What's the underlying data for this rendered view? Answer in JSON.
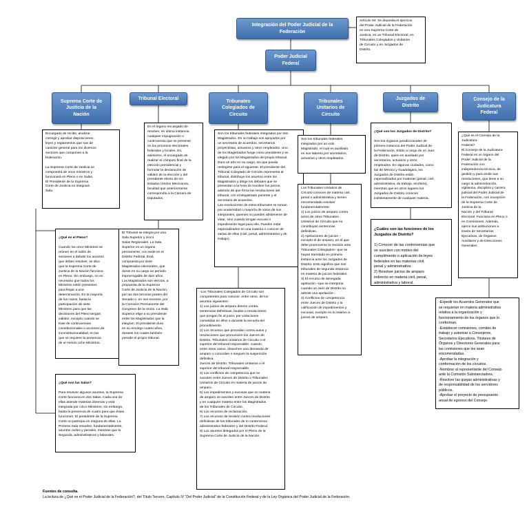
{
  "title": "Integración del Poder Judicial de la\nFederación",
  "article": "Artículo 94. Se deposita el ejercicio\ndel Poder Judicial de la Federación\nen una Suprema Corte de\nJusticia, en un Tribunal Electoral, en\nTribunales Colegiados y Unitarios\nde Circuito y en Juzgados de\nDistrito.",
  "federal": "Poder Judicial\nFederal",
  "columns": [
    {
      "header": "Suprema Corte de\nJusticia de la\nNación"
    },
    {
      "header": "Tribunal Electoral"
    },
    {
      "header": "Tribunales\nColegiados de\nCircuito"
    },
    {
      "header": "Tribunales\nUnitarios de\nCircuito"
    },
    {
      "header": "Juzgados de\nDistrito"
    },
    {
      "header": "Consejo de la\nJudicatura\nFederal"
    }
  ],
  "scjn": {
    "intro": "Encargado de recibir, analizar,\ncorregir y aprobar disposiciones,\nleyes y reglamentos que son de\ncarácter general para los diversos\nsectores que componen a la\nfederación.\n\nLa Suprema Corte de Justicia se\ncompondrá de once ministros y\nfuncionará en Pleno o  en Salas.\nEl Presidente de la Suprema\nCorte de Justicia no integrará\nSala.",
    "pleno_q": "¿Qué es el Pleno?",
    "pleno": "Cuando los once Ministros se\nreúnen en el salón de\nsesiones a debatir los asuntos\nque deben resolver, se dice\nque la Suprema Corte de\nJusticia de la Nación funciona\nen Pleno. Sin embargo, no es\nnecesario que todos los\nMinistros estén presentes\npara llegar a una\ndeterminación. En la mayoría\nde los casos, basta la\nparticipación de siete\nMinistros para que las\ndecisiones del Pleno tengan\nvalidez, excepto cuando se\ntrate de controversias\nconstitucionales o acciones de\ninconstitucionalidad, en las\nque se requiere la presencia\nde al menos ocho Ministros.",
    "salas_q": "¿Qué son las Salas?",
    "salas": "Para resolver algunos asuntos, la Suprema\nCorte funciona en dos Salas. Cada una de\nellas atiende materias diversas y está\nintegrada por cinco Ministros; sin embargo,\nbasta la presencia de cuatro para que éstas\nfuncionen. El presidente de la Suprema\nCorte no participa en ninguna de ellas. La\nPrimera Sala resuelve, fundamentalmente,\nasuntos civiles y penales, mientras que la\nSegunda, administrativos y laborales."
  },
  "electoral": {
    "text1": "Es el órgano encargado de\nresolver, en última instancia,\ncualquier impugnación o\ncontroversia que se presente\nen los procesos electorales\nfederales y locales. Es,\nasimismo, el encargado de\nrealizar el cómputo final de la\nelección presidencial y\nformular la declaración de\nvalidez de la elección y del\npresidente electo de los\nEstados Unidos Mexicanos,\nfacultad que anteriormente\ncorrespondía a la Cámara de\nDiputados.",
    "text2": "El Tribunal se integra por una\nSala Superior y cinco\nSalas Regionales. La Sala\nSuperior es un órgano\npermanente, con sede en el\nDistrito Federal. Está\ncompuesta por siete\nMagistrados electorales, que\nduran en su cargo un periodo\nimprorrogable de diez años.\nLos Magistrados son electos, a\npropuesta de la Suprema\nCorte de Justicia de la Nación,\npor las dos terceras partes del\nSenado o, en sus recesos, por\nla Comisión Permanente del\nCongreso de la Unión. La Sala\nSuperior elige a su presidente\nentre los Magistrados que la\nintegran. El presidente dura\nen su encargo cuatro años,\ndurante los cuales también\npreside el propio tribunal."
  },
  "colegiados": {
    "text1": "Son los tribunales federales integrados por tres\nMagistrados. En su trabajo son apoyados por\nun secretario de acuerdos, secretarios\nproyectistas, actuarios y otros empleados. Uno\nde los Magistrados funge como presidente y es\nelegido por los Magistrados del propio tribunal.\nDura un año en su cargo, sin que pueda\nreelegirse para el siguiente. El presidente del\nTribunal Colegiado de Circuito representa al\ntribunal, distribuye los asuntos entre los\nMagistrados y dirige los debates que se\npresentan a la hora de resolver los juicios,\nademás de que firma las resoluciones del\ntribunal, con el Magistrado ponente y el\nsecretario de acuerdos.\nLas resoluciones de estos tribunales se toman\npor unanimidad o mayoría de votos de sus\nintegrantes, quienes no pueden abstenerse de\nvotar, sino cuando tengan excusa o\nimpedimento legal para ello. Pueden estar\nespecializados en una materia o conocer de\nvarias de ellas (civil, penal, administrativa y de\ntrabajo).",
    "text2": "-Los Tribunales Colegiados de Circuito son\ncompetentes para conocer, entre otros, de los\nasuntos siguientes:\n1) Los juicios de amparo directo contra\nsentencias definitivas, laudos o resoluciones\nque pongan fin al juicio, por violaciones\ncometidas en ellos o durante la secuela del\nprocedimiento.\n2) Los recursos que procedan contra autos y\nresoluciones que pronuncien los Jueces de\nDistrito, Tribunales Unitarios de Circuito o el\nsuperior del tribunal responsable, cuando,\nentre otros casos, desechen una demanda de\namparo o concedan o nieguen la suspensión\ndefinitiva.\nJueces de Distrito, Tribunales Unitarios o el\nsuperior del tribunal responsable.\n4) Los conflictos de competencia que se\nsusciten entre Jueces de Distrito o Tribunales\nUnitarios de Circuito en materia de juicios de\namparo.\n5) Los impedimentos y excusas que en materia\nde amparo se susciten entre Jueces de Distrito\ny en cualquier materia entre los Magistrados\nde los Tribunales de Circuito.\n6) Los recursos de reclamación.\n7) Los recursos de revisión contra resoluciones\ndefinitivas de los tribunales de lo contencioso\nadministrativo federales y del Distrito Federal.\n8) Los asuntos delegados por el Pleno de la\nSuprema Corte de Justicia de la Nación."
  },
  "unitarios": {
    "text1": "Son los tribunales federales\nintegrados por un solo\nMagistrado, el cual es auxiliado\nen sus labores por secretarios,\nactuarios y otros empleados.",
    "text2": "Los Tribunales Unitarios de\nCircuito conocen de materia civil,\npenal o administrativa y tienen\nencomendado resolver\nfundamentalmente:\n1) Los juicios de amparo contra\nactos de otros Tribunales\nUnitarios de Circuito que no\nconstituyan sentencias\ndefinitivas.\n2) Apelaciones de juicios –\nexcepto el de amparo, en el que\ndebe promoverse la revisión ante\nTribunales Colegiados– que se\nhayan tramitado en primera\ninstancia ante los Juzgados de\nDistrito. Esto significa que son\ntribunales de segunda instancia\nen materia de juicios federales.\n3) El recurso de denegada\napelación –que se interpone\ncuando un Juez de Distrito no\nadmite una apelación–.\n4) Conflictos de competencia\nentre Jueces de Distrito y la\ncalificación de impedimentos y\nexcusas, excepto en lo relativo a\njuicios de amparo."
  },
  "juzgados": {
    "q1": "¿Qué son los Juzgados de Distrito?",
    "text1": "Son los órganos jurisdiccionales de\nprimera instancia del Poder Judicial de\nla Federación. Están a cargo de un Juez\nde Distrito, quien es auxiliado por\nsecretarios, actuarios y otros\nempleados. En algunas ciudades, como\nlas de México y Guadalajara, los\nJuzgados de Distrito están\nespecializados por materias (penal, civil,\nadministrativa, de trabajo, etcétera),\nmientras que en otros lugares los\nJuzgados de Distrito conocen\nindistintamente de cualquier materia.",
    "q2": "¿Cuáles son las funciones de los\nJuzgados de Distrito?",
    "text2": "1) Conocer de las controversias que\nse susciten con motivo del\ncumplimiento o aplicación de leyes\nfederales en las materias civil,\npenal y administrativa.\n2) Resolver juicios de amparo\nindirecto en materia civil, penal,\nadministrativa y laboral."
  },
  "consejo": {
    "text1": "¿Qué es el Consejo de la\nJudicatura\nFederal?\nEl Consejo de la Judicatura\nFederal es un órgano del\nPoder Judicial de la\nFederación con\nindependencia  técnica, de\ngestión y para emitir sus\nresoluciones, que tiene a su\ncargo la administración,\nvigilancia, disciplina y carrera\njudicial del Poder Judicial de\nla Federación, con excepción\nde la Suprema Corte de\nJusticia de la\nNación y del Tribunal\nElectoral. Funciona en Pleno o\nen Comisiones. Además,\nejerce sus atribuciones a\ntravés de Secretarías\nEjecutivas, de Órganos\nAuxiliares y de Direcciones\nGenerales",
    "text2": "-Expedir los Acuerdos Generales que\nse requieran en materia administrativa\nrelativa a la organización y\nfuncionamiento de los órganos que lo\nconforman.\n-Establecer comisiones, comités de\ntrabajo y autorizar a Consejeros,\nSecretarios Ejecutivos, Titulares de\nÓrganos y Directores Generales para\nlas comisiones que les sean\nencomendadas.\n-Aprobar la integración y\nconformación de los circuitos.\n-Nombrar al representante del Consejo\nante la Comisión Substanciadora.\n-Resolver las quejas administrativas y\nde responsabilidad de los servidores\npúblicos.\n-Aprobar el proyecto de presupuesto\nanual de egresos del Consejo."
  },
  "footer": {
    "heading": "Fuentes de consulta.",
    "text": "La lectura de ¿Qué es el Poder Judicial de la Federación?, del Título Tercero, Capítulo IV “Del Poder Judicial” de la Constitución Federal y de la Ley Orgánica del Poder Judicial de la Federación."
  },
  "colors": {
    "header_top": "#6d99cf",
    "header_bottom": "#3f6fad",
    "border": "#2f5a8f"
  }
}
